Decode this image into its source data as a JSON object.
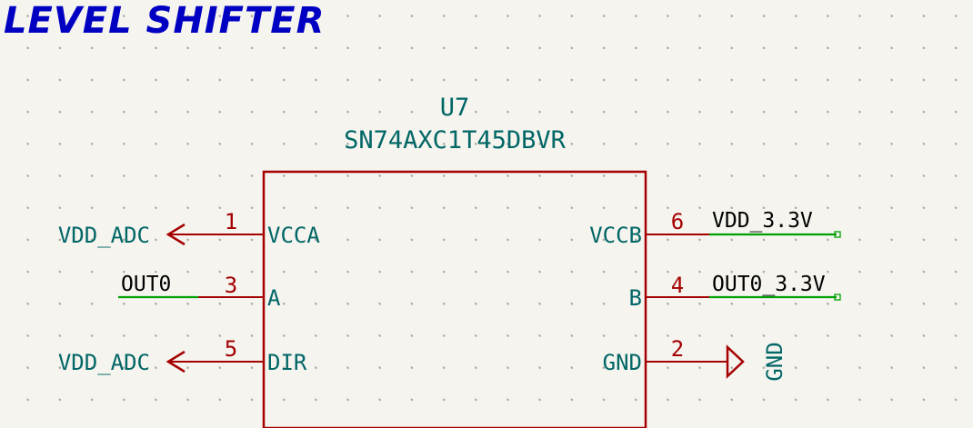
{
  "sheet": {
    "title": "LEVEL SHIFTER"
  },
  "component": {
    "ref": "U7",
    "value": "SN74AXC1T45DBVR",
    "pins": [
      {
        "number": "1",
        "name": "VCCA"
      },
      {
        "number": "3",
        "name": "A"
      },
      {
        "number": "5",
        "name": "DIR"
      },
      {
        "number": "6",
        "name": "VCCB"
      },
      {
        "number": "4",
        "name": "B"
      },
      {
        "number": "2",
        "name": "GND"
      }
    ]
  },
  "power_symbols": {
    "vdd_adc_1": "VDD_ADC",
    "vdd_adc_2": "VDD_ADC",
    "gnd": "GND"
  },
  "net_labels": {
    "out0": "OUT0",
    "vdd_3v3": "VDD_3.3V",
    "out0_3v3": "OUT0_3.3V"
  },
  "colors": {
    "title": "#0000c2",
    "symbol_body": "#a50000",
    "pin_number": "#a50000",
    "pin_name": "#006666",
    "wire": "#00a000",
    "net_label_text": "#000000"
  }
}
